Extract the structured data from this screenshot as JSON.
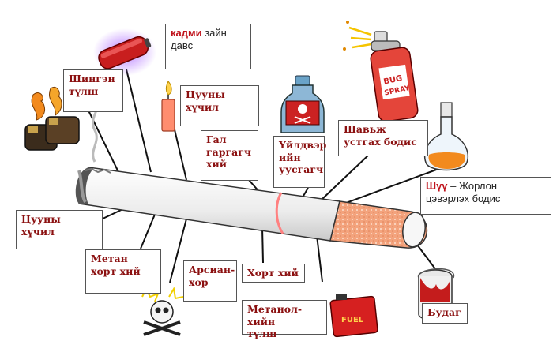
{
  "labels": {
    "cadmium": {
      "line1_bold": "кадми",
      "line1_rest": " зайн",
      "line2": "давс"
    },
    "arsenic_top": {
      "line1": "Шингэн",
      "line2": "түлш"
    },
    "candle_wax": {
      "line1": "Цууны",
      "line2": "хүчил"
    },
    "fire_gas": {
      "line1": "Гал",
      "line2": "гаргагч",
      "line3": "хий"
    },
    "industrial": {
      "line1": "Үйлдвэр",
      "line2": "ийн",
      "line3": "уусгагч"
    },
    "cleaner": {
      "line1": "Шавьж",
      "line2": "устгах бодис"
    },
    "acid": {
      "line1_bold": "Шүү",
      "line1_rest": " – Жорлон",
      "line2": "цэвэрлэх бодис"
    },
    "acetic_left": {
      "line1": "Цууны",
      "line2": "хүчил"
    },
    "methane": {
      "line1": "Метан",
      "line2": "хорт хий"
    },
    "arsenic": {
      "line1": "Арсиан-",
      "line2": "хор"
    },
    "toxic_gas": {
      "line1": "Хорт хий"
    },
    "methanol": {
      "line1": "Метанол- хийн",
      "line2": "түлш"
    },
    "paint": {
      "line1": "Будаг"
    }
  },
  "icons": {
    "battery": "battery-icon",
    "lighter": "lighter-icon",
    "candle": "candle-icon",
    "poison_bottle": "poison-bottle-icon",
    "bug_spray": "bug-spray-icon",
    "flask": "flask-icon",
    "skull": "skull-crossbones-icon",
    "fuel_can": "fuel-can-icon",
    "paint_can": "paint-can-icon",
    "cigarette": "cigarette-icon"
  },
  "spray_can_text": {
    "line1": "BUG",
    "line2": "SPRAY"
  },
  "fuel_text": "FUEL",
  "colors": {
    "label_text": "#8b1010",
    "filter": "#f0a27a",
    "paper": "#f4f4f4",
    "battery": "#c81e1e"
  }
}
